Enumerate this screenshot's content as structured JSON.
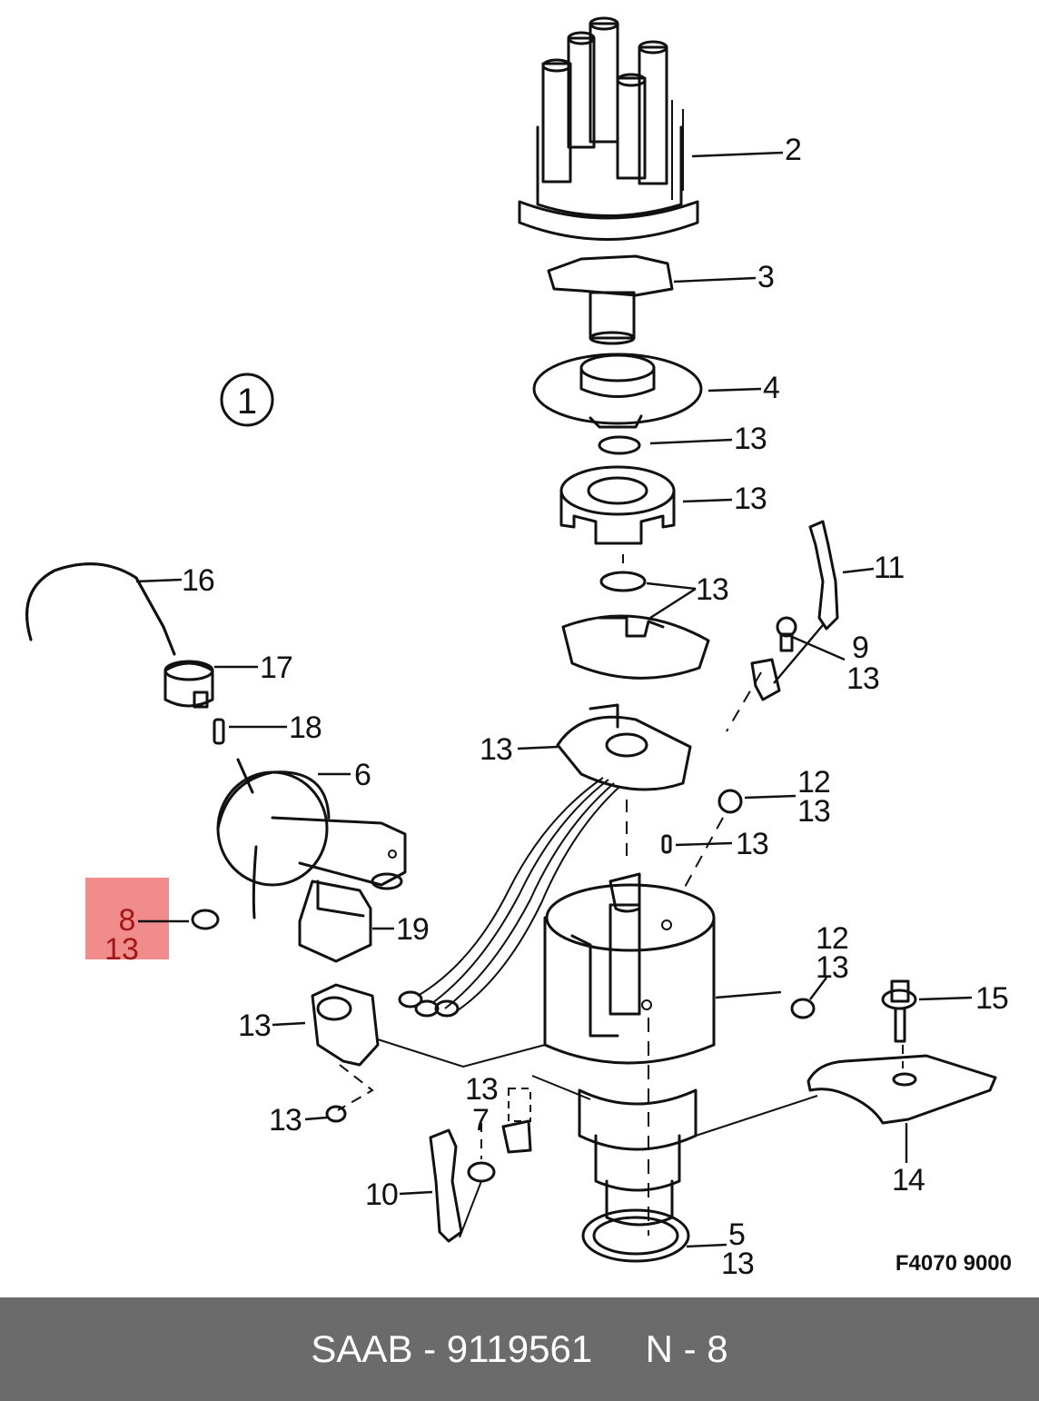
{
  "diagram": {
    "view_number": "1",
    "figure_id": "F4070 9000",
    "highlight_color": "#f08c8c",
    "callouts": [
      {
        "id": "c2",
        "text": "2"
      },
      {
        "id": "c3",
        "text": "3"
      },
      {
        "id": "c4",
        "text": "4"
      },
      {
        "id": "c13a",
        "text": "13"
      },
      {
        "id": "c13b",
        "text": "13"
      },
      {
        "id": "c13c",
        "text": "13"
      },
      {
        "id": "c11",
        "text": "11"
      },
      {
        "id": "c16",
        "text": "16"
      },
      {
        "id": "c9",
        "text": "9"
      },
      {
        "id": "c13d",
        "text": "13"
      },
      {
        "id": "c17",
        "text": "17"
      },
      {
        "id": "c18",
        "text": "18"
      },
      {
        "id": "c13e",
        "text": "13"
      },
      {
        "id": "c6",
        "text": "6"
      },
      {
        "id": "c12a",
        "text": "12"
      },
      {
        "id": "c13f",
        "text": "13"
      },
      {
        "id": "c13g",
        "text": "13"
      },
      {
        "id": "c8",
        "text": "8"
      },
      {
        "id": "c13h",
        "text": "13"
      },
      {
        "id": "c19",
        "text": "19"
      },
      {
        "id": "c12b",
        "text": "12"
      },
      {
        "id": "c13i",
        "text": "13"
      },
      {
        "id": "c15",
        "text": "15"
      },
      {
        "id": "c13j",
        "text": "13"
      },
      {
        "id": "c13k",
        "text": "13"
      },
      {
        "id": "c7",
        "text": "7"
      },
      {
        "id": "c13l",
        "text": "13"
      },
      {
        "id": "c14",
        "text": "14"
      },
      {
        "id": "c10",
        "text": "10"
      },
      {
        "id": "c5",
        "text": "5"
      },
      {
        "id": "c13m",
        "text": "13"
      }
    ]
  },
  "footer": {
    "brand": "SAAB",
    "part_number": "9119561",
    "position": "N - 8"
  }
}
